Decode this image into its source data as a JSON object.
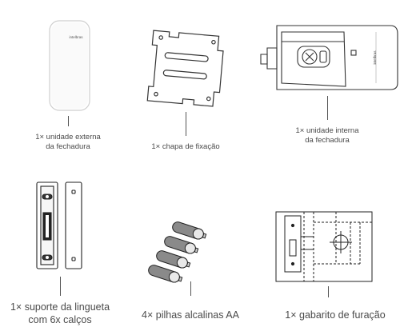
{
  "items": [
    {
      "caption_line1": "1× unidade externa",
      "caption_line2": "da fechadura",
      "logo": "intelbras"
    },
    {
      "caption_line1": "1× chapa de fixação"
    },
    {
      "caption_line1": "1× unidade interna",
      "caption_line2": "da fechadura",
      "logo": "intelbras"
    },
    {
      "caption_line1": "1× suporte da lingueta",
      "caption_line2": "com 6x calços"
    },
    {
      "caption_line1": "4× pilhas alcalinas AA"
    },
    {
      "caption_line1": "1× gabarito de furação"
    }
  ]
}
